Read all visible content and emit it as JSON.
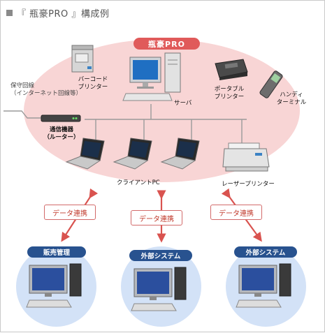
{
  "title": "『 瓶豪PRO 』構成例",
  "product_label": "瓶豪PRO",
  "devices": {
    "barcode_printer": [
      "バーコード",
      "プリンター"
    ],
    "server": "サーバ",
    "portable_printer": [
      "ポータブル",
      "プリンター"
    ],
    "handy_terminal": [
      "ハンディ",
      "ターミナル"
    ],
    "router": [
      "通信機器",
      "（ルーター）"
    ],
    "client_pc": "クライアントPC",
    "laser_printer": "レーザープリンター"
  },
  "line": [
    "保守回線",
    "（インターネット回線等）"
  ],
  "data_sync": [
    "データ連携",
    "データ連携",
    "データ連携"
  ],
  "systems": [
    "販売管理",
    "外部システム",
    "外部システム"
  ],
  "colors": {
    "ellipse": "#f8d5d5",
    "accent_red": "#e05a5a",
    "system_blue": "#28528f",
    "circle_blue": "#d3e2f7"
  }
}
